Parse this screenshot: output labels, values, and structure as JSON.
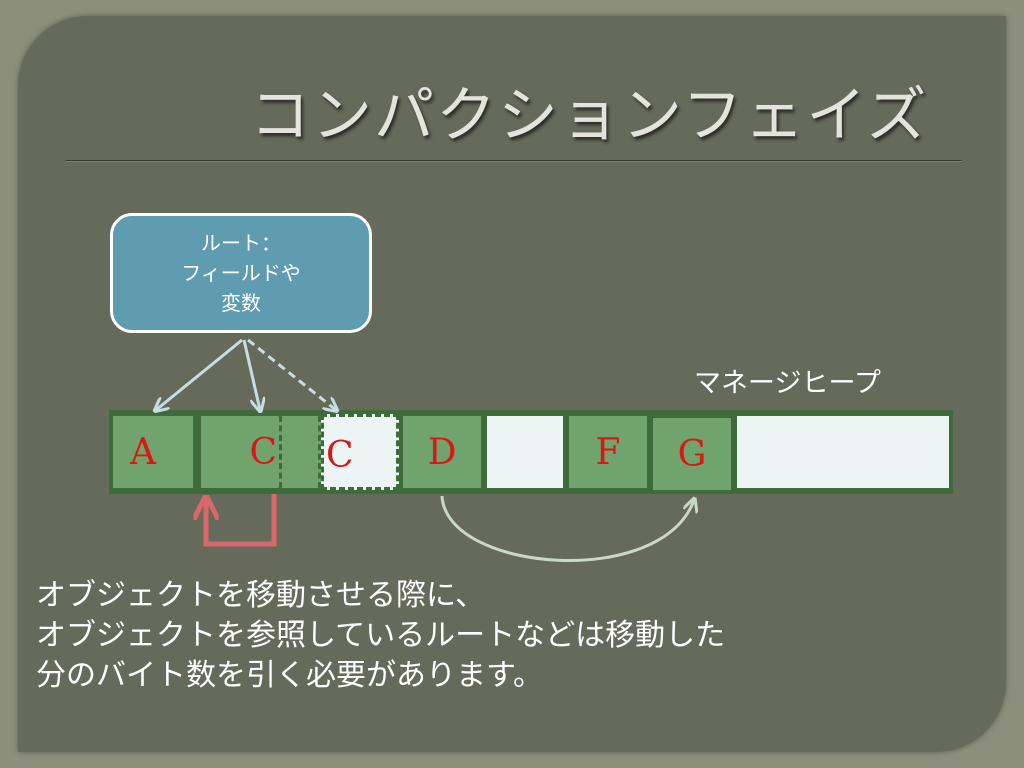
{
  "slide": {
    "title": "コンパクションフェイズ",
    "callout": {
      "lines": [
        "ルート：",
        "フィールドや",
        "変数"
      ]
    },
    "heap_label": "マネージヒープ",
    "heap_blocks": [
      "A",
      "C",
      "C",
      "D",
      "F",
      "G"
    ],
    "description": [
      "オブジェクトを移動させる際に、",
      "オブジェクトを参照しているルートなどは移動した",
      "分のバイト数を引く必要があります。"
    ]
  },
  "colors": {
    "slide_bg": "#666a5a",
    "callout_bg": "#5f9cb0",
    "object_block": "#71a46c",
    "free_block": "#edf4f4",
    "object_label": "#d81818",
    "move_arrow": "#d9686a",
    "reference_arrow": "#c8dce4"
  }
}
